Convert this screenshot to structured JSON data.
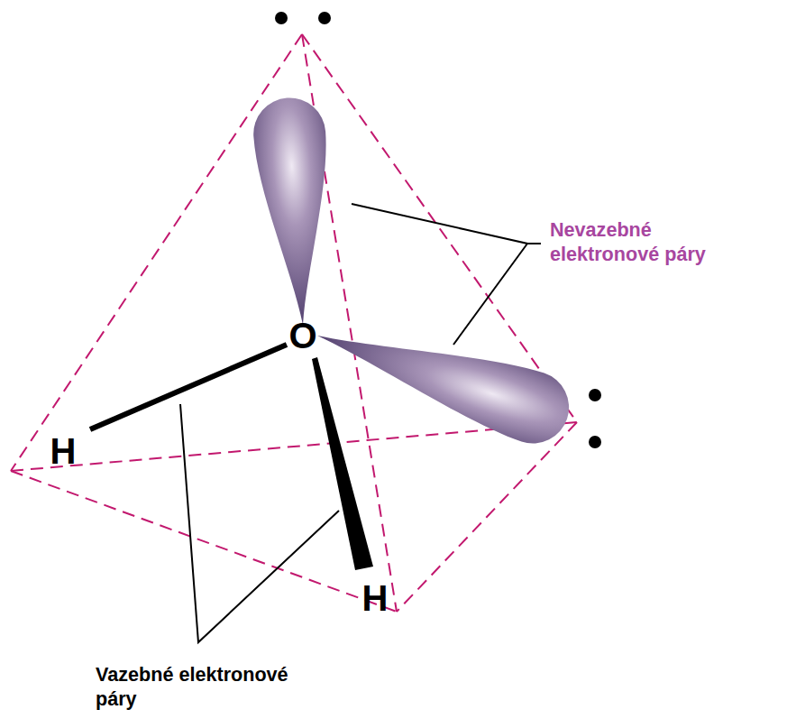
{
  "diagram": {
    "labels": [
      "O",
      "H",
      "H",
      "Nevazebné elektronové páry",
      "Vazebné elektronové páry"
    ]
  }
}
